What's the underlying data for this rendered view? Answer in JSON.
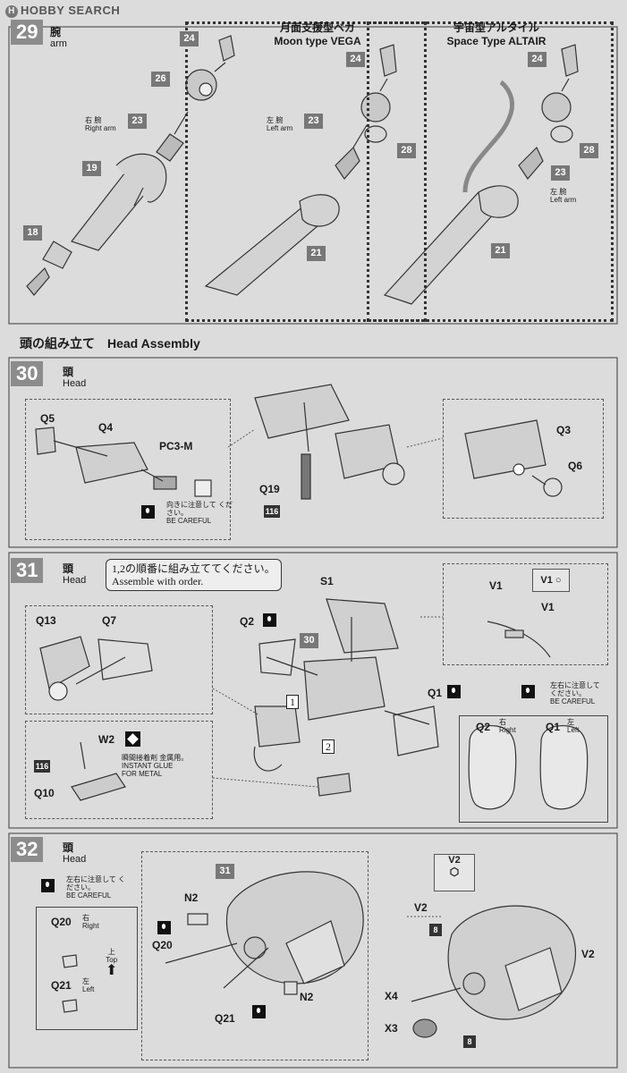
{
  "watermark": "HOBBY SEARCH",
  "step29": {
    "num": "29",
    "title_jp": "腕",
    "title_en": "arm",
    "right_arm_jp": "右 腕",
    "right_arm_en": "Right arm",
    "vega_jp": "月面支援型ベガ",
    "vega_en": "Moon type VEGA",
    "altair_jp": "宇宙型アルタイル",
    "altair_en": "Space Type ALTAIR",
    "left_arm_jp": "左 腕",
    "left_arm_en": "Left arm",
    "left_arm_jp2": "左 腕",
    "left_arm_en2": "Left arm",
    "tags": [
      "24",
      "26",
      "23",
      "19",
      "18",
      "24",
      "23",
      "28",
      "21",
      "24",
      "28",
      "23",
      "21"
    ]
  },
  "head_assembly": "頭の組み立て　Head Assembly",
  "step30": {
    "num": "30",
    "title_jp": "頭",
    "title_en": "Head",
    "parts": [
      "Q5",
      "Q4",
      "PC3-M",
      "Q19",
      "Q3",
      "Q6"
    ],
    "tag116": "116",
    "care_jp": "向きに注意して ください。",
    "care_en": "BE CAREFUL"
  },
  "step31": {
    "num": "31",
    "title_jp": "頭",
    "title_en": "Head",
    "order_jp": "1,2の順番に組み立ててください。",
    "order_en": "Assemble with order.",
    "parts": [
      "Q13",
      "Q7",
      "Q2",
      "S1",
      "Q1",
      "W2",
      "Q10",
      "V1",
      "V1",
      "V1"
    ],
    "tag30": "30",
    "tag116": "116",
    "step1": "1",
    "step2": "2",
    "glue_jp": "瞬間接着剤 金属用。",
    "glue_en1": "INSTANT GLUE",
    "glue_en2": "FOR METAL",
    "lr_jp": "左右に注意して ください。",
    "lr_en": "BE CAREFUL",
    "q2_label": "Q2",
    "q2_side_jp": "右",
    "q2_side_en": "Right",
    "q1_label": "Q1",
    "q1_side_jp": "左",
    "q1_side_en": "Left"
  },
  "step32": {
    "num": "32",
    "title_jp": "頭",
    "title_en": "Head",
    "lr_jp": "左右に注意して ください。",
    "lr_en": "BE CAREFUL",
    "q20": "Q20",
    "q20_jp": "右",
    "q20_en": "Right",
    "top_jp": "上",
    "top_en": "Top",
    "q21": "Q21",
    "q21_jp": "左",
    "q21_en": "Left",
    "parts": [
      "N2",
      "Q20",
      "Q21",
      "N2",
      "V2",
      "V2",
      "X4",
      "X3",
      "V2"
    ],
    "tag31": "31",
    "tag8a": "8",
    "tag8b": "8"
  }
}
